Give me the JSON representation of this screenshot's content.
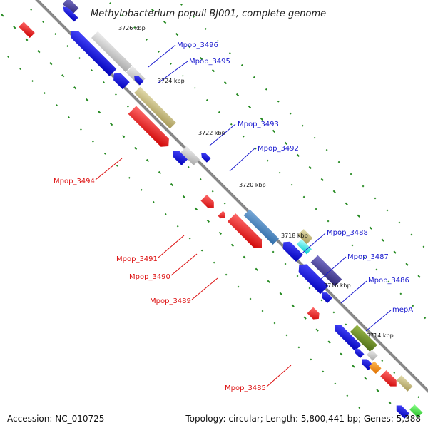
{
  "map": {
    "title": "Methylobacterium populi BJ001, complete genome",
    "accession": "Accession: NC_010725",
    "topology": "Topology: circular; Length: 5,800,441 bp; Genes: 5,388"
  },
  "kbp_labels": [
    "3726 kbp",
    "3724 kbp",
    "3722 kbp",
    "3720 kbp",
    "3718 kbp",
    "3716 kbp",
    "3714 kbp"
  ],
  "gene_labels": {
    "mpop_3496": "Mpop_3496",
    "mpop_3495": "Mpop_3495",
    "mpop_3493": "Mpop_3493",
    "mpop_3492": "Mpop_3492",
    "mpop_3494": "Mpop_3494",
    "mpop_3488": "Mpop_3488",
    "mpop_3487": "Mpop_3487",
    "mpop_3486": "Mpop_3486",
    "mepA": "mepA",
    "mpop_3491": "Mpop_3491",
    "mpop_3490": "Mpop_3490",
    "mpop_3489": "Mpop_3489",
    "mpop_3485": "Mpop_3485"
  },
  "colors": {
    "forward_strand": "#ee1111",
    "reverse_strand": "#1111dd",
    "backbone": "#888888",
    "tick": "#22881e",
    "label_blue": "#1b1bd0",
    "label_red": "#dd1111"
  }
}
